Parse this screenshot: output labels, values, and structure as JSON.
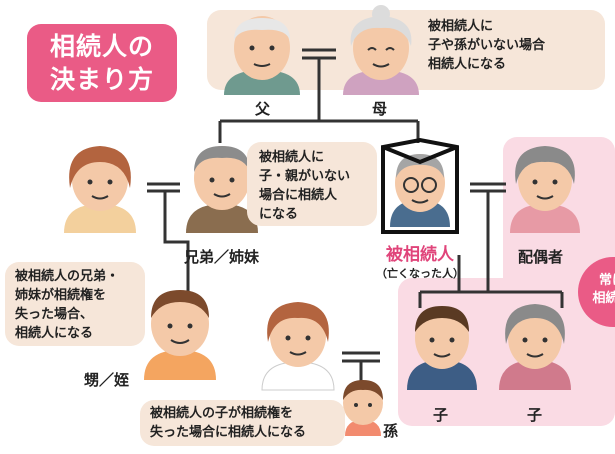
{
  "title": {
    "line1": "相続人の",
    "line2": "決まり方"
  },
  "labels": {
    "father": "父",
    "mother": "母",
    "siblings": "兄弟／姉妹",
    "deceased": "被相続人",
    "deceased_sub": "（亡くなった人）",
    "spouse": "配偶者",
    "nephew": "甥／姪",
    "child1": "子",
    "child2": "子",
    "grandchild": "孫"
  },
  "bubbles": {
    "parents": [
      "被相続人に",
      "子や孫がいない場合",
      "相続人になる"
    ],
    "siblings": [
      "被相続人に",
      "子・親がいない",
      "場合に相続人",
      "になる"
    ],
    "nephew": [
      "被相続人の兄弟・",
      "姉妹が相続権を",
      "失った場合、",
      "相続人になる"
    ],
    "grandchild": [
      "被相続人の子が相続権を",
      "失った場合に相続人になる"
    ]
  },
  "spouse_note": [
    "常に",
    "相続人"
  ],
  "colors": {
    "title_bg": "#ea5b86",
    "bubble_bg": "#f6e6d9",
    "pink_area": "#fadbe4",
    "deceased_text": "#e0447a",
    "line": "#333333"
  }
}
